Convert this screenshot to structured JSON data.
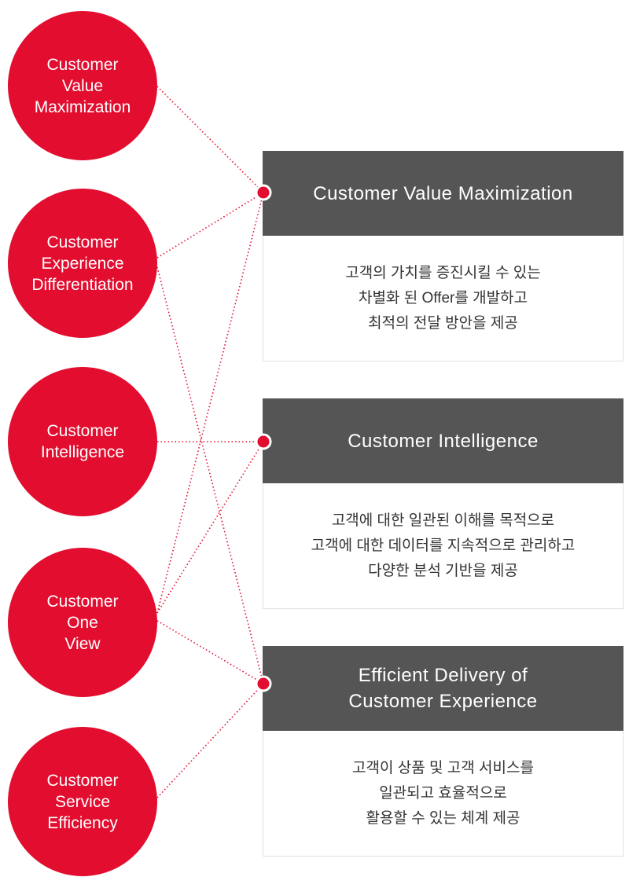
{
  "circles": [
    {
      "label": "Customer\nValue\nMaximization"
    },
    {
      "label": "Customer\nExperience\nDifferentiation"
    },
    {
      "label": "Customer\nIntelligence"
    },
    {
      "label": "Customer\nOne\nView"
    },
    {
      "label": "Customer\nService\nEfficiency"
    }
  ],
  "boxes": [
    {
      "title": "Customer Value Maximization",
      "desc": "고객의 가치를 증진시킬 수 있는\n차별화 된 Offer를 개발하고\n최적의 전달 방안을 제공"
    },
    {
      "title": "Customer Intelligence",
      "desc": "고객에 대한 일관된 이해를 목적으로\n고객에 대한 데이터를 지속적으로 관리하고\n다양한 분석 기반을 제공"
    },
    {
      "title": "Efficient Delivery of\nCustomer Experience",
      "desc": "고객이 상품 및 고객 서비스를\n일관되고 효율적으로\n활용할 수 있는 체계 제공"
    }
  ],
  "colors": {
    "accent": "#e20d2f",
    "header": "#555555"
  }
}
